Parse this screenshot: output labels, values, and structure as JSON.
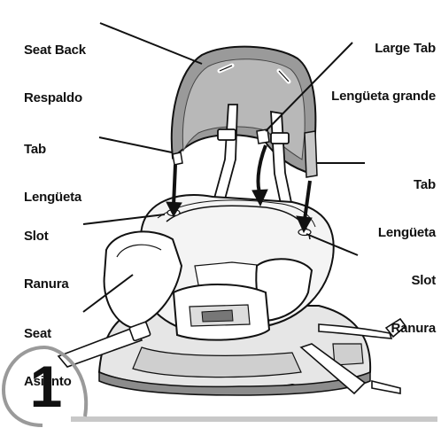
{
  "step": {
    "number": "1"
  },
  "labels": {
    "seat_back": {
      "en": "Seat Back",
      "es": "Respaldo"
    },
    "large_tab": {
      "en": "Large Tab",
      "es": "Lengüeta grande"
    },
    "tab_left": {
      "en": "Tab",
      "es": "Lengüeta"
    },
    "tab_right": {
      "en": "Tab",
      "es": "Lengüeta"
    },
    "slot_left": {
      "en": "Slot",
      "es": "Ranura"
    },
    "slot_right": {
      "en": "Slot",
      "es": "Ranura"
    },
    "seat": {
      "en": "Seat",
      "es": "Asiento"
    }
  },
  "colors": {
    "seat_back_fill": "#9a9a9a",
    "seat_back_inner": "#b8b8b8",
    "base_shadow": "#8c8c8c",
    "line": "#111111",
    "badge_outline": "#9a9a9a",
    "step_tint": "#dcdcdc"
  }
}
